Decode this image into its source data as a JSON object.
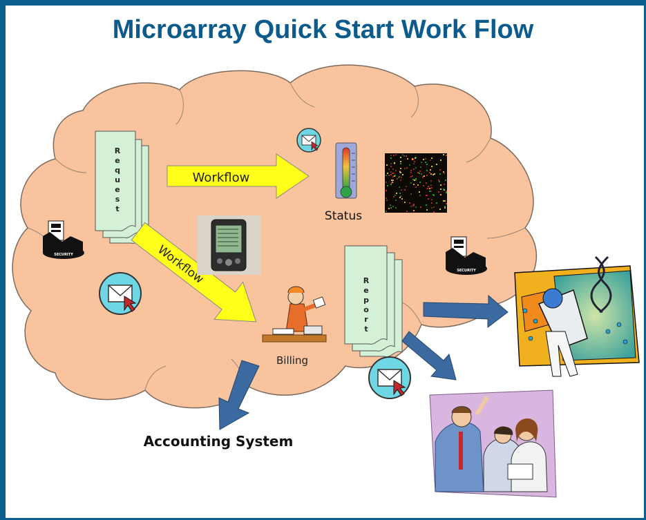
{
  "title": "Microarray Quick Start Work Flow",
  "labels": {
    "request": "Request",
    "report": "Report",
    "workflow_top": "Workflow",
    "workflow_diag": "Workflow",
    "status": "Status",
    "billing": "Billing",
    "accounting": "Accounting System",
    "security": "SECURITY"
  },
  "colors": {
    "frame": "#0b5e8e",
    "title": "#0b5b8c",
    "cloud_fill": "#f9c49d",
    "document_fill": "#d4f0d6",
    "workflow_arrow": "#ffff1a",
    "blue_arrow": "#3b6aa0",
    "email_circle": "#6fd6e4"
  }
}
